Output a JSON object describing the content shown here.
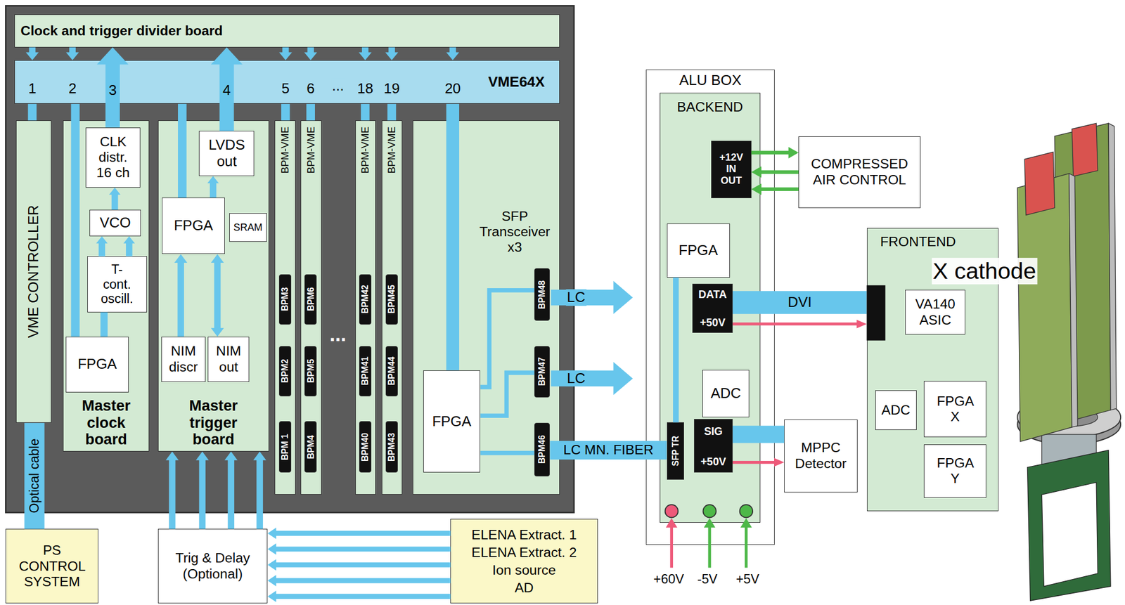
{
  "diagram": {
    "nodes": [
      {
        "text": [
          "Clock and trigger divider board"
        ]
      },
      {
        "text": [
          "VME64X"
        ]
      },
      {
        "text": [
          "VME CONTROLLER"
        ]
      },
      {
        "text": [
          "Master clock board"
        ]
      },
      {
        "text": [
          "CLK distr. 16 ch"
        ],
        "in": 3
      },
      {
        "text": [
          "VCO"
        ],
        "in": 3
      },
      {
        "text": [
          "T-cont. oscill."
        ],
        "in": 3
      },
      {
        "text": [
          "FPGA"
        ],
        "in": 3
      },
      {
        "text": [
          "Master trigger board"
        ]
      },
      {
        "text": [
          "LVDS out"
        ],
        "in": 8
      },
      {
        "text": [
          "FPGA"
        ],
        "in": 8
      },
      {
        "text": [
          "SRAM"
        ],
        "in": 8
      },
      {
        "text": [
          "NIM discr"
        ],
        "in": 8
      },
      {
        "text": [
          "NIM out"
        ],
        "in": 8
      },
      {
        "text": [
          "BPM-VME"
        ]
      },
      {
        "text": [
          "BPM3"
        ],
        "in": 14
      },
      {
        "text": [
          "BPM2"
        ],
        "in": 14
      },
      {
        "text": [
          "BPM 1"
        ],
        "in": 14
      },
      {
        "text": [
          "BPM-VME"
        ]
      },
      {
        "text": [
          "BPM6"
        ],
        "in": 18
      },
      {
        "text": [
          "BPM5"
        ],
        "in": 18
      },
      {
        "text": [
          "BPM4"
        ],
        "in": 18
      },
      {
        "text": [
          "BPM-VME"
        ]
      },
      {
        "text": [
          "BPM42"
        ],
        "in": 22
      },
      {
        "text": [
          "BPM41"
        ],
        "in": 22
      },
      {
        "text": [
          "BPM40"
        ],
        "in": 22
      },
      {
        "text": [
          "BPM-VME"
        ]
      },
      {
        "text": [
          "BPM45"
        ],
        "in": 26
      },
      {
        "text": [
          "BPM44"
        ],
        "in": 26
      },
      {
        "text": [
          "BPM43"
        ],
        "in": 26
      },
      {
        "text": [
          "SFP Transceiver x3"
        ]
      },
      {
        "text": [
          "FPGA"
        ],
        "in": 30
      },
      {
        "text": [
          "BPM48"
        ],
        "in": 30
      },
      {
        "text": [
          "BPM47"
        ],
        "in": 30
      },
      {
        "text": [
          "BPM46"
        ],
        "in": 30
      },
      {
        "text": [
          "PS CONTROL SYSTEM"
        ]
      },
      {
        "text": [
          "Trig & Delay (Optional)"
        ]
      },
      {
        "text": [
          "ELENA Extract. 1",
          "ELENA Extract. 2",
          "Ion source",
          "AD"
        ]
      },
      {
        "text": [
          "ALU BOX"
        ]
      },
      {
        "text": [
          "BACKEND"
        ],
        "in": 38
      },
      {
        "text": [
          "+12V IN OUT"
        ],
        "in": 39
      },
      {
        "text": [
          "FPGA"
        ],
        "in": 39
      },
      {
        "text": [
          "DATA",
          "+50V"
        ],
        "in": 39
      },
      {
        "text": [
          "ADC"
        ],
        "in": 39
      },
      {
        "text": [
          "SFP TR"
        ],
        "in": 39
      },
      {
        "text": [
          "SIG",
          "+50V"
        ],
        "in": 39
      },
      {
        "text": [
          "COMPRESSED AIR CONTROL"
        ]
      },
      {
        "text": [
          "FRONTEND"
        ]
      },
      {
        "text": [
          "VA140 ASIC"
        ],
        "in": 47
      },
      {
        "text": [
          "ADC"
        ],
        "in": 47
      },
      {
        "text": [
          "FPGA X"
        ],
        "in": 47
      },
      {
        "text": [
          "FPGA Y"
        ],
        "in": 47
      },
      {
        "text": [
          "MPPC Detector"
        ]
      }
    ],
    "edges": [
      {
        "from": 0,
        "to": 1,
        "arrow": "to"
      },
      {
        "from": 0,
        "to": 1,
        "arrow": "to"
      },
      {
        "from": 0,
        "to": 1,
        "arrow": "to"
      },
      {
        "from": 0,
        "to": 1,
        "arrow": "to"
      },
      {
        "from": 0,
        "to": 1,
        "arrow": "to"
      },
      {
        "from": 0,
        "to": 1,
        "arrow": "to"
      },
      {
        "from": 0,
        "to": 1,
        "arrow": "to"
      },
      {
        "from": 4,
        "to": 0,
        "arrow": "to"
      },
      {
        "from": 9,
        "to": 0,
        "arrow": "to"
      },
      {
        "from": 1,
        "to": 2,
        "arrow": "none"
      },
      {
        "from": 1,
        "to": 7,
        "arrow": "none"
      },
      {
        "from": 1,
        "to": 10,
        "arrow": "none"
      },
      {
        "from": 1,
        "to": 14,
        "arrow": "none"
      },
      {
        "from": 1,
        "to": 18,
        "arrow": "none"
      },
      {
        "from": 1,
        "to": 22,
        "arrow": "none"
      },
      {
        "from": 1,
        "to": 26,
        "arrow": "none"
      },
      {
        "from": 1,
        "to": 31,
        "arrow": "none"
      },
      {
        "from": 7,
        "to": 6,
        "arrow": "none"
      },
      {
        "from": 6,
        "to": 5,
        "arrow": "to"
      },
      {
        "from": 6,
        "to": 5,
        "arrow": "to"
      },
      {
        "from": 5,
        "to": 4,
        "arrow": "to"
      },
      {
        "from": 10,
        "to": 9,
        "arrow": "to"
      },
      {
        "from": 12,
        "to": 10,
        "arrow": "to"
      },
      {
        "from": 10,
        "to": 13,
        "arrow": "both"
      },
      {
        "from": 31,
        "to": 32,
        "arrow": "none"
      },
      {
        "from": 31,
        "to": 33,
        "arrow": "none"
      },
      {
        "from": 31,
        "to": 34,
        "arrow": "none"
      },
      {
        "from": 34,
        "to": 44,
        "arrow": "none",
        "label": "LC MN. FIBER"
      },
      {
        "from": 2,
        "to": 35,
        "arrow": "none",
        "label": "Optical cable"
      },
      {
        "from": 37,
        "to": 36,
        "arrow": "to"
      },
      {
        "from": 37,
        "to": 36,
        "arrow": "to"
      },
      {
        "from": 37,
        "to": 36,
        "arrow": "to"
      },
      {
        "from": 37,
        "to": 36,
        "arrow": "to"
      },
      {
        "from": 37,
        "to": 36,
        "arrow": "to"
      },
      {
        "from": 36,
        "to": 8,
        "arrow": "to"
      },
      {
        "from": 36,
        "to": 8,
        "arrow": "to"
      },
      {
        "from": 36,
        "to": 8,
        "arrow": "to"
      },
      {
        "from": 36,
        "to": 8,
        "arrow": "to"
      },
      {
        "from": 41,
        "to": 44,
        "arrow": "none"
      },
      {
        "from": 40,
        "to": 46,
        "arrow": "to"
      },
      {
        "from": 46,
        "to": 40,
        "arrow": "to"
      },
      {
        "from": 46,
        "to": 40,
        "arrow": "to"
      },
      {
        "from": 42,
        "to": 47,
        "arrow": "none",
        "label": "DVI"
      },
      {
        "from": 42,
        "to": 47,
        "arrow": "to"
      },
      {
        "from": 45,
        "to": 52,
        "arrow": "none"
      },
      {
        "from": 45,
        "to": 52,
        "arrow": "to"
      }
    ],
    "labels": [
      "1",
      "2",
      "3",
      "4",
      "5",
      "6",
      "...",
      "18",
      "19",
      "20",
      "...",
      "LC",
      "LC",
      "+60V",
      "-5V",
      "+5V",
      "X cathode"
    ]
  }
}
